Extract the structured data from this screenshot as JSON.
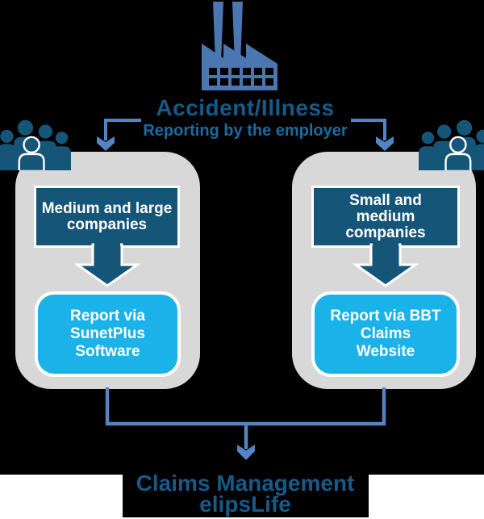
{
  "header": {
    "title": "Accident/Illness",
    "subtitle": "Reporting by the employer"
  },
  "branches": {
    "left": {
      "category": [
        "Medium and large",
        "companies"
      ],
      "action": [
        "Report via",
        "SunetPlus",
        "Software"
      ]
    },
    "right": {
      "category": [
        "Small and",
        "medium",
        "companies"
      ],
      "action": [
        "Report via BBT",
        "Claims",
        "Website"
      ]
    }
  },
  "footer": {
    "line1": "Claims Management",
    "line2": "elipsLife"
  },
  "icons": {
    "factory": "factory-icon",
    "crowd_left": "crowd-icon",
    "crowd_right": "crowd-icon",
    "branch_arrows": "arrow-down-icon",
    "callout_arrows": "thick-arrow-down-icon"
  },
  "colors": {
    "navy": "#155578",
    "cyan": "#1ab2e8",
    "panel": "#d8d8d8",
    "connector": "#5584c4",
    "factory": "#4b76b2",
    "title": "#145b89",
    "subtitle": "#1a6ba0",
    "footer": "#175a88"
  }
}
